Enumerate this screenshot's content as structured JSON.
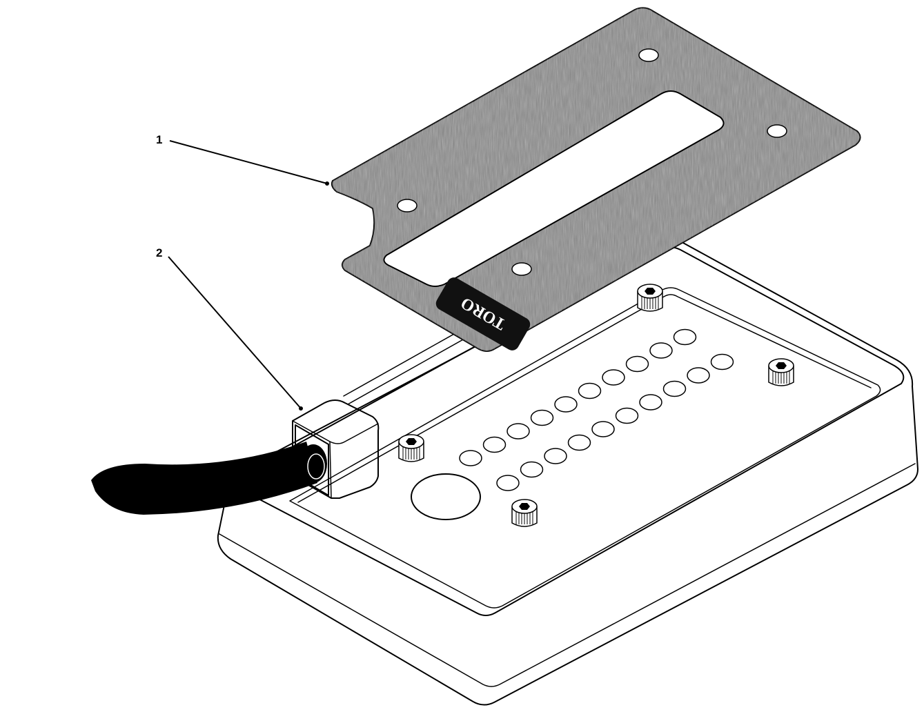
{
  "diagram": {
    "callouts": [
      {
        "id": "1",
        "label": "1"
      },
      {
        "id": "2",
        "label": "2"
      }
    ],
    "logo_text": "TORO"
  },
  "colors": {
    "ink": "#000000",
    "paper": "#ffffff",
    "gasket_fill": "#8a8a8a"
  }
}
